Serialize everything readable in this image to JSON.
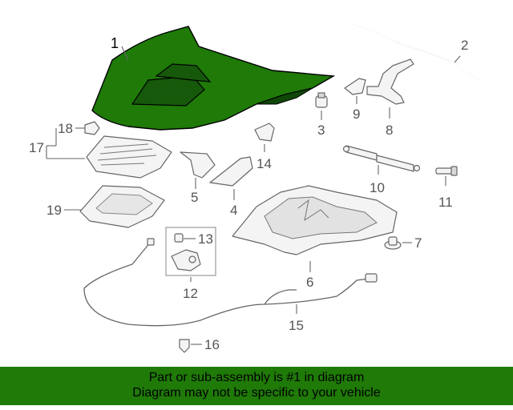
{
  "callouts": {
    "c1": "1",
    "c2": "2",
    "c3": "3",
    "c4": "4",
    "c5": "5",
    "c6": "6",
    "c7": "7",
    "c8": "8",
    "c9": "9",
    "c10": "10",
    "c11": "11",
    "c12": "12",
    "c13": "13",
    "c14": "14",
    "c15": "15",
    "c16": "16",
    "c17": "17",
    "c18": "18",
    "c19": "19"
  },
  "banner": {
    "line1": "Part or sub-assembly is #1 in diagram",
    "line2": "Diagram may not be specific to your vehicle"
  },
  "colors": {
    "highlight": "#1f7a08",
    "line": "#666666"
  }
}
